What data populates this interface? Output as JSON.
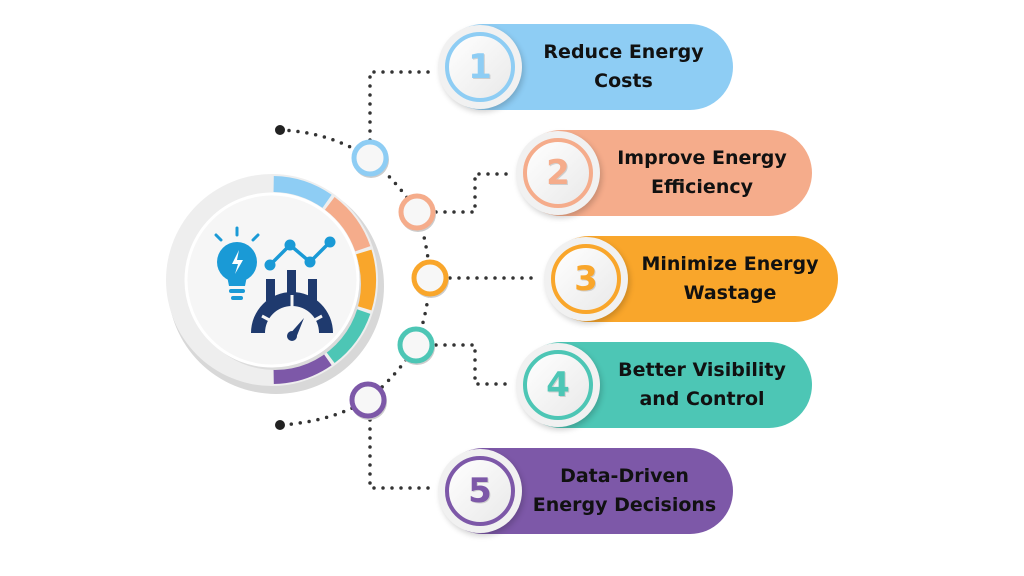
{
  "items": [
    {
      "number": "1",
      "title_line1": "Reduce Energy",
      "title_line2": "Costs",
      "color": "#8ecdf4",
      "dark": "#5aaee0"
    },
    {
      "number": "2",
      "title_line1": "Improve Energy",
      "title_line2": "Efficiency",
      "color": "#f5ac8b",
      "dark": "#e48c68"
    },
    {
      "number": "3",
      "title_line1": "Minimize Energy",
      "title_line2": "Wastage",
      "color": "#f9a62b",
      "dark": "#e98c10"
    },
    {
      "number": "4",
      "title_line1": "Better Visibility",
      "title_line2": "and Control",
      "color": "#4dc6b5",
      "dark": "#2fa493"
    },
    {
      "number": "5",
      "title_line1": "Data-Driven",
      "title_line2": "Energy Decisions",
      "color": "#7d58a8",
      "dark": "#6a4596"
    }
  ],
  "center_icon": "energy-bulb-chart-gauge-icon"
}
